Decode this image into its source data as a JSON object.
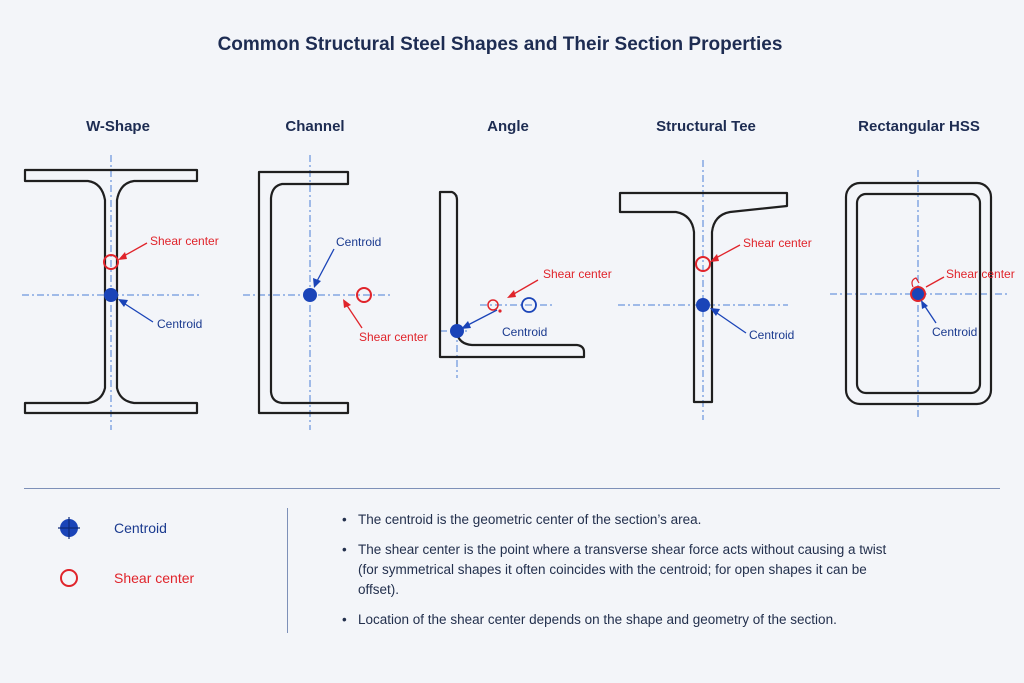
{
  "title": "Common Structural Steel Shapes and Their Section Properties",
  "colors": {
    "centroid": "#1a44b8",
    "shear_center": "#e0242b",
    "axis": "#4b7fd6",
    "outline": "#1f1f1f",
    "text": "#1d2c52"
  },
  "shapes": [
    {
      "name": "W-Shape",
      "shear_label": "Shear center",
      "centroid_label": "Centroid"
    },
    {
      "name": "Channel",
      "shear_label": "Shear center",
      "centroid_label": "Centroid"
    },
    {
      "name": "Angle",
      "shear_label": "Shear center",
      "centroid_label": "Centroid"
    },
    {
      "name": "Structural Tee",
      "shear_label": "Shear center",
      "centroid_label": "Centroid"
    },
    {
      "name": "Rectangular HSS",
      "shear_label": "Shear center",
      "centroid_label": "Centroid"
    }
  ],
  "legend": {
    "centroid": "Centroid",
    "shear_center": "Shear center"
  },
  "notes": [
    "The centroid is the geometric center of the section’s area.",
    "The shear center is the point where a transverse shear force acts without causing a twist (for symmetrical shapes it often coincides with the centroid; for open shapes it can be offset).",
    "Location of the shear center depends on the shape and geometry of the section."
  ]
}
